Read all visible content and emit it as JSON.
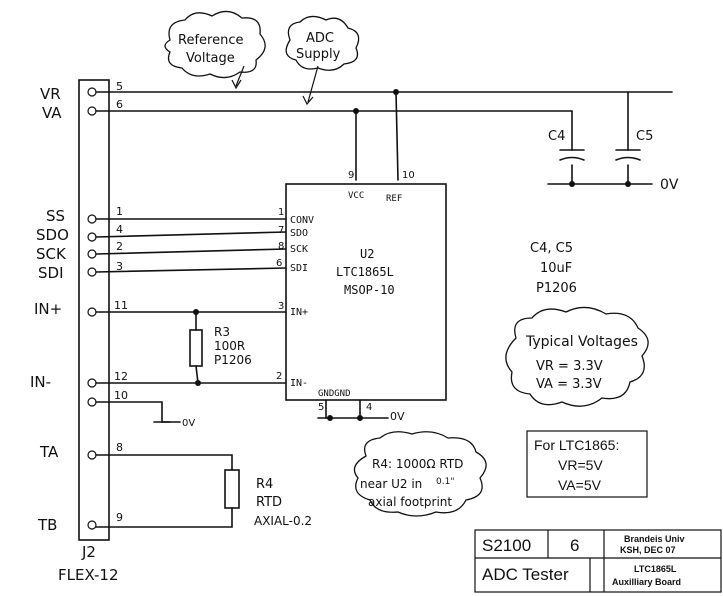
{
  "connector": {
    "name": "J2",
    "type": "FLEX-12",
    "signals": [
      {
        "label": "VR",
        "pin": "5"
      },
      {
        "label": "VA",
        "pin": "6"
      },
      {
        "label": "SS",
        "pin": "1"
      },
      {
        "label": "SDO",
        "pin": "4"
      },
      {
        "label": "SCK",
        "pin": "2"
      },
      {
        "label": "SDI",
        "pin": "3"
      },
      {
        "label": "IN+",
        "pin": "11"
      },
      {
        "label": "IN-",
        "pin": "12"
      },
      {
        "label": "",
        "pin": "10"
      },
      {
        "label": "TA",
        "pin": "8"
      },
      {
        "label": "TB",
        "pin": "9"
      }
    ]
  },
  "ic": {
    "ref": "U2",
    "part": "LTC1865L",
    "package": "MSOP-10",
    "top_pins": [
      {
        "num": "9",
        "name": "VCC"
      },
      {
        "num": "10",
        "name": "REF"
      }
    ],
    "left_pins": [
      {
        "num": "1",
        "name": "CONV"
      },
      {
        "num": "7",
        "name": "SDO"
      },
      {
        "num": "8",
        "name": "SCK"
      },
      {
        "num": "6",
        "name": "SDI"
      },
      {
        "num": "3",
        "name": "IN+"
      },
      {
        "num": "2",
        "name": "IN-"
      }
    ],
    "bottom_label": "GNDGND",
    "bottom_pins": [
      "5",
      "4"
    ]
  },
  "capacitors": {
    "c4": "C4",
    "c5": "C5",
    "ground": "0V"
  },
  "cap_note": {
    "line1": "C4, C5",
    "line2": "10uF",
    "line3": "P1206"
  },
  "r3": {
    "ref": "R3",
    "value": "100R",
    "package": "P1206"
  },
  "r4": {
    "ref": "R4",
    "value": "RTD",
    "package": "AXIAL-0.2"
  },
  "ground_labels": {
    "pin10": "0V",
    "ic": "0V"
  },
  "clouds": {
    "reference": {
      "line1": "Reference",
      "line2": "Voltage"
    },
    "adc": {
      "line1": "ADC",
      "line2": "Supply"
    },
    "typical": {
      "title": "Typical Voltages",
      "vr": "VR = 3.3V",
      "va": "VA = 3.3V"
    },
    "r4note": {
      "line1": "R4: 1000Ω RTD",
      "line2a": "near U2 in",
      "line2b": "0.1\"",
      "line3": "axial footprint"
    }
  },
  "ltc1865_box": {
    "title": "For LTC1865:",
    "vr": "VR=5V",
    "va": "VA=5V"
  },
  "title_block": {
    "code": "S2100",
    "sheet": "6",
    "org_line1": "Brandeis Univ",
    "org_line2": "KSH, DEC 07",
    "title": "ADC Tester",
    "board_line1": "LTC1865L",
    "board_line2": "Auxilliary Board"
  }
}
